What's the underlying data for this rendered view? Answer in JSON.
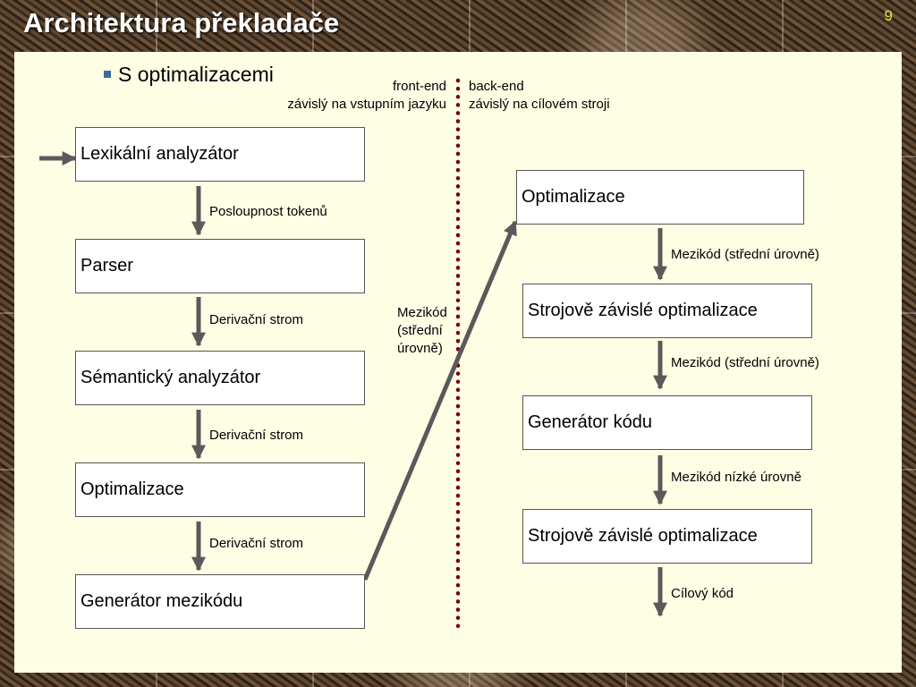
{
  "slide": {
    "title": "Architektura překladače",
    "page_number": "9",
    "bullet": "S optimalizacemi"
  },
  "header": {
    "front_end": "front-end",
    "front_end_desc": "závislý na vstupním jazyku",
    "back_end": "back-end",
    "back_end_desc": "závislý na cílovém stroji"
  },
  "front_end_boxes": [
    "Lexikální analyzátor",
    "Parser",
    "Sémantický analyzátor",
    "Optimalizace",
    "Generátor mezikódu"
  ],
  "front_end_labels": [
    "Posloupnost tokenů",
    "Derivační strom",
    "Derivační strom",
    "Derivační strom"
  ],
  "middle_label": [
    "Mezikód",
    "(střední",
    "úrovně)"
  ],
  "back_end_boxes": [
    "Optimalizace",
    "Strojově závislé optimalizace",
    "Generátor kódu",
    "Strojově závislé optimalizace"
  ],
  "back_end_labels": [
    "Mezikód (střední úrovně)",
    "Mezikód (střední úrovně)",
    "Mezikód nízké úrovně",
    "Cílový kód"
  ],
  "colors": {
    "arrow": "#5a5a5a",
    "divider": "#7a0000",
    "panel": "#fefee5",
    "page_number": "#d8e84a"
  }
}
